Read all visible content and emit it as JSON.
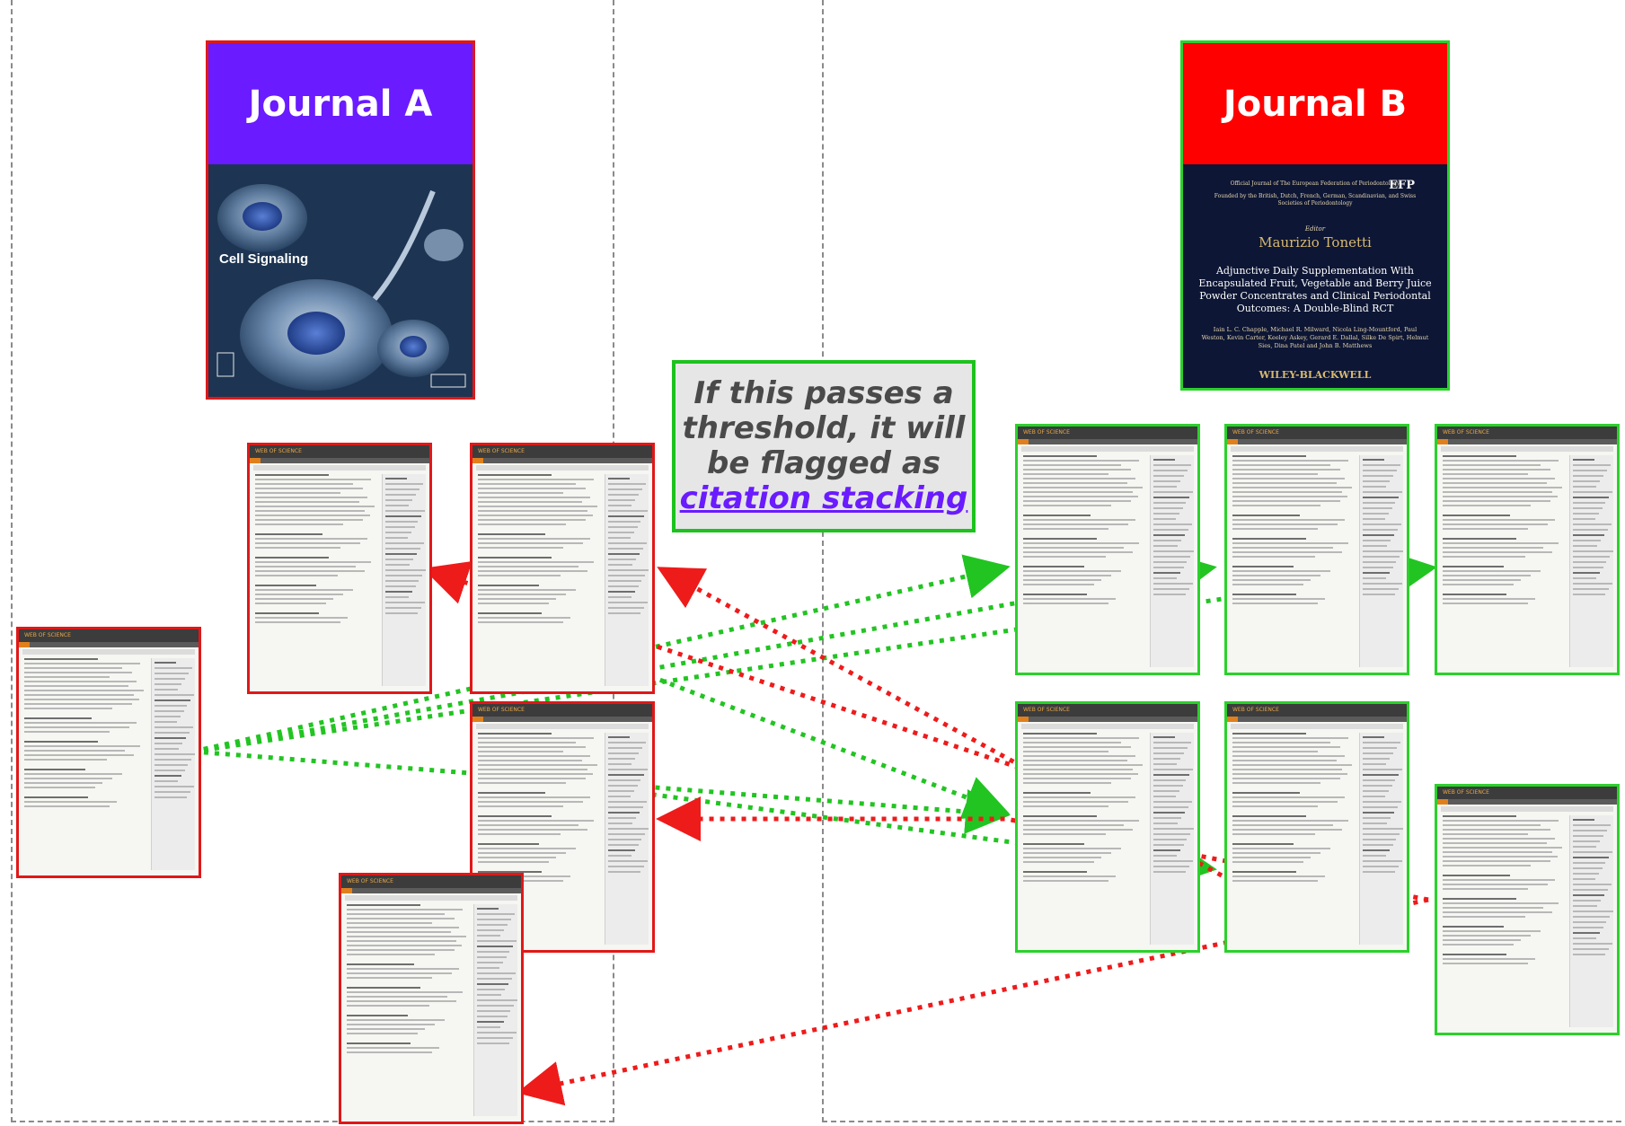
{
  "regions": [
    {
      "id": "left-region"
    },
    {
      "id": "right-region"
    }
  ],
  "journal_a": {
    "label": "Journal A",
    "cover_title": "Cell Signaling",
    "band_color": "#6a1bff"
  },
  "journal_b": {
    "label": "Journal B",
    "band_color": "#ff0000",
    "cover_small_text": "Official Journal of The European Federation of Periodontology",
    "cover_founded": "Founded by the British, Dutch, French, German, Scandinavian, and Swiss Societies of Periodontology",
    "cover_editor_label": "Editor",
    "cover_editor": "Maurizio Tonetti",
    "cover_article_title": "Adjunctive Daily Supplementation With Encapsulated Fruit, Vegetable and Berry Juice Powder Concentrates and Clinical Periodontal Outcomes: A Double-Blind RCT",
    "cover_authors": "Iain L. C. Chapple, Michael R. Milward, Nicola Ling-Mountford, Paul Weston, Kevin Carter, Keeley Askey, Gerard E. Dallal, Silke De Spirt, Helmut Sies, Dina Patel and John B. Matthews",
    "cover_publisher": "WILEY-BLACKWELL",
    "cover_logo": "EFP"
  },
  "callout": {
    "lines": [
      "If this passes a",
      "threshold, it will",
      "be flagged as"
    ],
    "highlight": "citation stacking"
  },
  "record_page": {
    "brand": "WEB OF SCIENCE"
  },
  "colors": {
    "red": "#e01818",
    "green": "#2bd12b",
    "callout_border": "#1ec21e",
    "callout_bg": "#e6e6e6",
    "highlight": "#6a1bff"
  }
}
